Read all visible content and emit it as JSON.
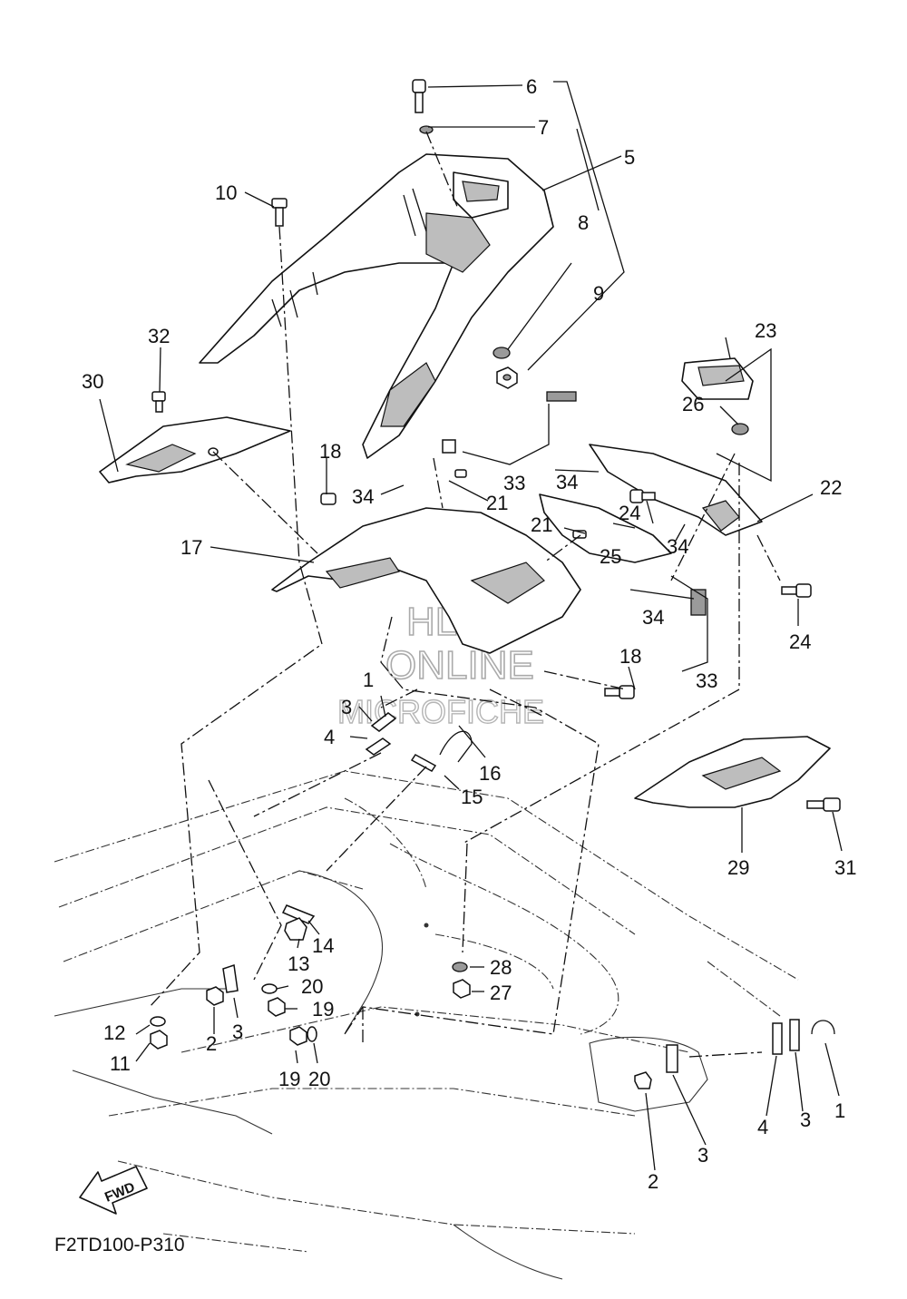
{
  "diagram": {
    "code": "F2TD100-P310",
    "fwd_label": "FWD",
    "watermark": [
      "HLSM",
      "ONLINE",
      "MICROFICHE"
    ],
    "callouts": {
      "c1a": "1",
      "c1b": "1",
      "c2a": "2",
      "c2b": "2",
      "c3a": "3",
      "c3b": "3",
      "c3c": "3",
      "c3d": "3",
      "c4a": "4",
      "c4b": "4",
      "c5": "5",
      "c6": "6",
      "c7": "7",
      "c8": "8",
      "c9": "9",
      "c10": "10",
      "c11": "11",
      "c12": "12",
      "c13": "13",
      "c14": "14",
      "c15": "15",
      "c16": "16",
      "c17": "17",
      "c18a": "18",
      "c18b": "18",
      "c19a": "19",
      "c19b": "19",
      "c20a": "20",
      "c20b": "20",
      "c21a": "21",
      "c21b": "21",
      "c22": "22",
      "c23": "23",
      "c24a": "24",
      "c24b": "24",
      "c25": "25",
      "c26": "26",
      "c27": "27",
      "c28": "28",
      "c29": "29",
      "c30": "30",
      "c31": "31",
      "c32": "32",
      "c33a": "33",
      "c33b": "33",
      "c34a": "34",
      "c34b": "34",
      "c34c": "34",
      "c34d": "34"
    }
  }
}
